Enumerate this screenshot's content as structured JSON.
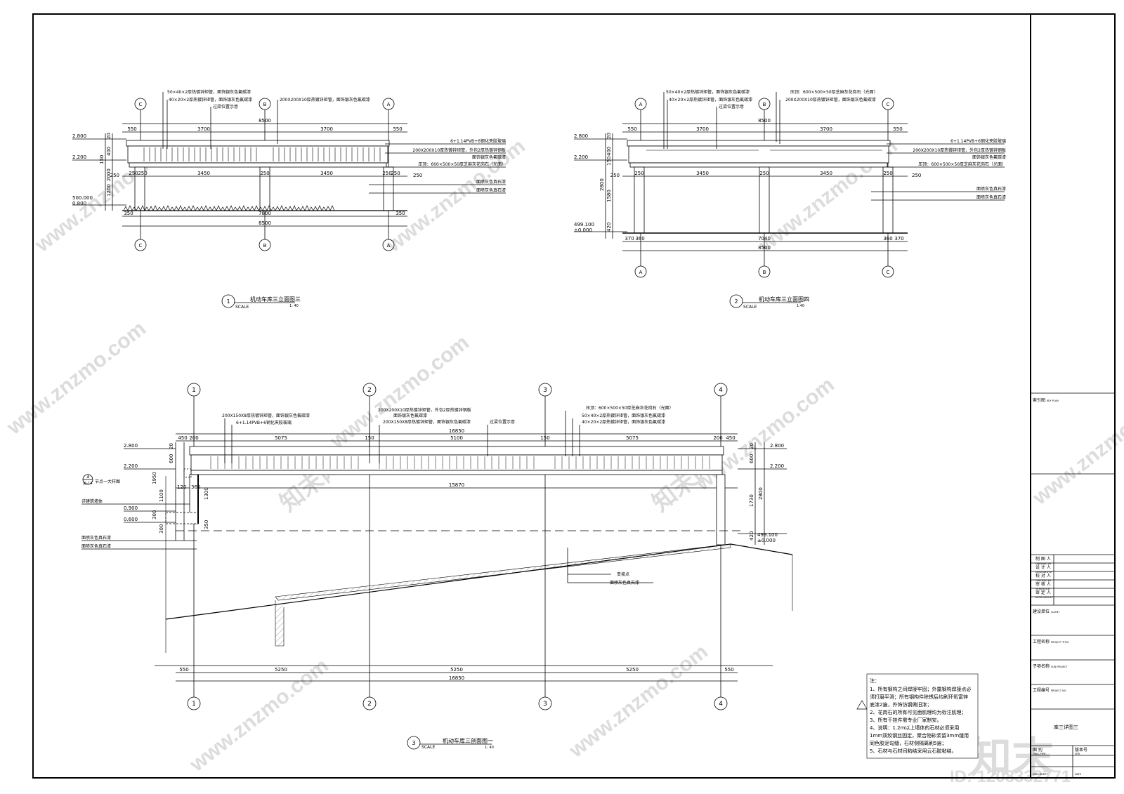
{
  "views": {
    "v1": {
      "num": "1",
      "title": "机动车库三立面图三",
      "scale_label": "SCALE",
      "scale": "1: 40",
      "axes_top": [
        "C",
        "B",
        "A"
      ],
      "axes_bottom": [
        "C",
        "B",
        "A"
      ],
      "dims_top_total": "8500",
      "dims_top": [
        "550",
        "3700",
        "3700",
        "550"
      ],
      "dims_mid": [
        "250",
        "250",
        "3450",
        "250",
        "3450",
        "250",
        "250"
      ],
      "dims_mid2": [
        "250",
        "250"
      ],
      "dims_bottom": [
        "350",
        "7800",
        "350"
      ],
      "dims_bottom_total": "8500",
      "levels": [
        "2.800",
        "2.200",
        "500.000",
        "0.800"
      ],
      "vdims": [
        "20",
        "400",
        "150",
        "2000",
        "1200"
      ],
      "callouts_top": [
        "50×40×2厚热镀锌矩管，面饰银灰色氟碳漆",
        "40×20×2厚热镀锌矩管，面饰银灰色氟碳漆",
        "过梁位置示意",
        "200X200X10厚热镀锌矩管，面饰银灰色氟碳漆"
      ],
      "callouts_right": [
        "6+1.14PVB+6钢化夹胶玻璃",
        "200X200X10厚热镀锌矩管，外包2厚热镀锌钢板",
        "面饰银灰色氟碳漆",
        "压顶：600×500×50厚芝麻灰花岗石（光面）",
        "面喷灰色真石漆",
        "面喷灰色真石漆"
      ]
    },
    "v2": {
      "num": "2",
      "title": "机动车库三立面图四",
      "scale_label": "SCALE",
      "scale": "1:40",
      "axes_top": [
        "A",
        "B",
        "C"
      ],
      "axes_bottom": [
        "A",
        "B",
        "C"
      ],
      "dims_top_total": "8500",
      "dims_top": [
        "550",
        "3700",
        "3700",
        "550"
      ],
      "dims_mid": [
        "250",
        "3450",
        "250",
        "3450",
        "250"
      ],
      "dims_mid2": [
        "250",
        "250"
      ],
      "dims_bottom": [
        "370",
        "360",
        "7040",
        "360",
        "370"
      ],
      "dims_bottom_total": "8500",
      "levels": [
        "2.800",
        "2.200",
        "499.100",
        "±0.000"
      ],
      "vdims": [
        "20",
        "400",
        "150",
        "2800",
        "1580",
        "420"
      ],
      "callouts_top": [
        "50×40×2厚热镀锌矩管，面饰银灰色氟碳漆",
        "40×20×2厚热镀锌矩管，面饰银灰色氟碳漆",
        "过梁位置示意",
        "压顶：600×500×50厚芝麻灰花岗石（光面）",
        "200X200X10厚热镀锌矩管，面饰银灰色氟碳漆"
      ],
      "callouts_right": [
        "6+1.14PVB+6钢化夹胶玻璃",
        "200X200X10厚热镀锌矩管，外包2厚热镀锌钢板",
        "面饰银灰色氟碳漆",
        "压顶：600×500×50厚芝麻灰花岗石（光面）",
        "面喷灰色真石漆",
        "面喷灰色真石漆"
      ]
    },
    "v3": {
      "num": "3",
      "title": "机动车库三剖面图一",
      "scale_label": "SCALE",
      "scale": "1: 40",
      "axes": [
        "1",
        "2",
        "3",
        "4"
      ],
      "dims_top_total": "16850",
      "dims_top": [
        "450",
        "200",
        "5075",
        "150",
        "5100",
        "150",
        "5075",
        "200",
        "450"
      ],
      "dim_inner": "15870",
      "dims_bottom": [
        "550",
        "5250",
        "5250",
        "5250",
        "550"
      ],
      "dims_bottom_total": "16850",
      "levels_left": [
        "2.800",
        "2.200",
        "0.900",
        "0.600"
      ],
      "levels_right": [
        "2.800",
        "2.200",
        "499.100",
        "±0.000"
      ],
      "vdims_left": [
        "20",
        "600",
        "1950",
        "1100",
        "1300",
        "300",
        "300",
        "350",
        "120",
        "360"
      ],
      "vdims_right": [
        "20",
        "600",
        "1730",
        "2800",
        "420"
      ],
      "node_ref": {
        "num": "3",
        "sheet": "JS-14",
        "label": "节点一大样图"
      },
      "callouts_left": [
        "详建筑墙体",
        "面喷灰色真石漆",
        "面喷灰色真石漆"
      ],
      "callouts_top": [
        "200X150X8厚热镀锌矩管，面饰银灰色氟碳漆",
        "6+1.14PVB+6钢化夹胶玻璃",
        "200X200X10厚热镀锌矩管，外包2厚热镀锌钢板",
        "面饰银灰色氟碳漆",
        "200X150X8厚热镀锌矩管，面饰银灰色氟碳漆",
        "过梁位置示意",
        "压顶：600×500×50厚芝麻灰花岗石（光面）",
        "50×40×2厚热镀锌矩管，面饰银灰色氟碳漆",
        "40×20×2厚热镀锌矩管，面饰银灰色氟碳漆"
      ],
      "callouts_slope": [
        "变坡点",
        "面喷灰色真石漆"
      ]
    }
  },
  "notes": {
    "heading": "注：",
    "lines": [
      "1、所有钢构之间焊接牢固；外露钢构焊接点必",
      "须打磨平滑；所有钢构件除锈后均刷环氧富锌",
      "底漆2遍，外饰仿钢做旧漆；",
      "2、花岗石的所有可见面肌理均为标注肌理；",
      "3、所有干挂件需专业厂家制安。",
      "4、说明：1.2m以上墙体的石材必须采用",
      "1mm双绞钢丝固定，聚合物砂浆留3mm缝用",
      "同色胶泥勾缝，石材侧隔离刷5遍；",
      "5、石材与石材间粘结采用云石胶粘结。"
    ]
  },
  "title_block": {
    "index": {
      "cn": "索引图",
      "en": "KEY PLAN"
    },
    "sign_rows": [
      {
        "cn": "制 图 人",
        "en": "DRAWING BY"
      },
      {
        "cn": "设 计 人",
        "en": "DESIGNED BY"
      },
      {
        "cn": "校 对 人",
        "en": "CHECKED BY"
      },
      {
        "cn": "审 核 人",
        "en": "VERIFIED BY"
      },
      {
        "cn": "审 定 人",
        "en": "APPROVED BY"
      }
    ],
    "client": {
      "cn": "建设单位",
      "en": "CLIENT"
    },
    "project": {
      "cn": "工程名称",
      "en": "PROJECT TITLE"
    },
    "sub": {
      "cn": "子项名称",
      "en": "SUB-PROJECT"
    },
    "project_no": {
      "cn": "工程编号",
      "en": "PROJECT NO."
    },
    "drawing_title": "库三详图三",
    "bottom": {
      "drawing_cn": "图 别",
      "drawing_en": "DWG.TYPE",
      "version_cn": "版本号",
      "version_en": "VER.",
      "sheet_en": "DWG.SHEET",
      "date_en": "DATE"
    }
  },
  "watermarks": {
    "site": "www.znzmo.com",
    "brand": "知末网",
    "logo": "知末",
    "id": "ID: 1208332771"
  }
}
